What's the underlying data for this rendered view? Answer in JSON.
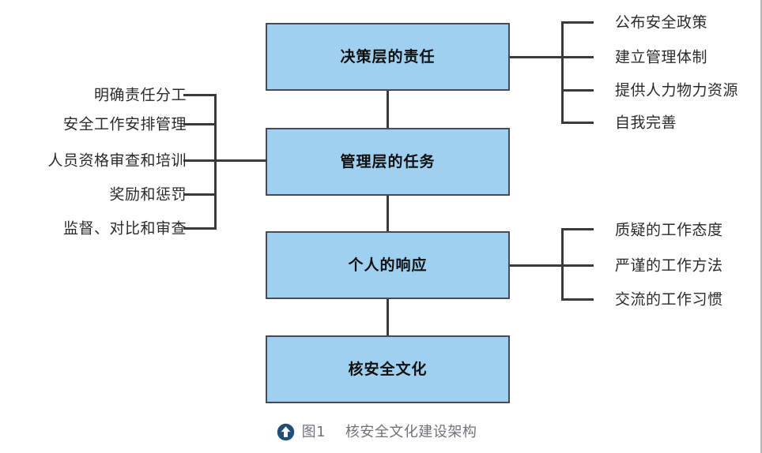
{
  "figure": {
    "caption_icon": "circle-up-arrow-icon",
    "caption_number": "图1",
    "caption_title": "核安全文化建设架构",
    "caption_full": "图1    核安全文化建设架构",
    "colors": {
      "box_fill": "#9fd0ef",
      "box_border": "#4a4a55",
      "connector": "#3a3a3a",
      "caption_text": "#6f7479",
      "caption_icon": "#1f4e79",
      "background": "#ffffff"
    }
  },
  "nodes": [
    {
      "id": "decision",
      "label": "决策层的责任"
    },
    {
      "id": "management",
      "label": "管理层的任务"
    },
    {
      "id": "individual",
      "label": "个人的响应"
    },
    {
      "id": "culture",
      "label": "核安全文化"
    }
  ],
  "branches": {
    "decision_right": [
      "公布安全政策",
      "建立管理体制",
      "提供人力物力资源",
      "自我完善"
    ],
    "management_left": [
      "明确责任分工",
      "安全工作安排管理",
      "人员资格审查和培训",
      "奖励和惩罚",
      "监督、对比和审查"
    ],
    "individual_right": [
      "质疑的工作态度",
      "严谨的工作方法",
      "交流的工作习惯"
    ]
  }
}
